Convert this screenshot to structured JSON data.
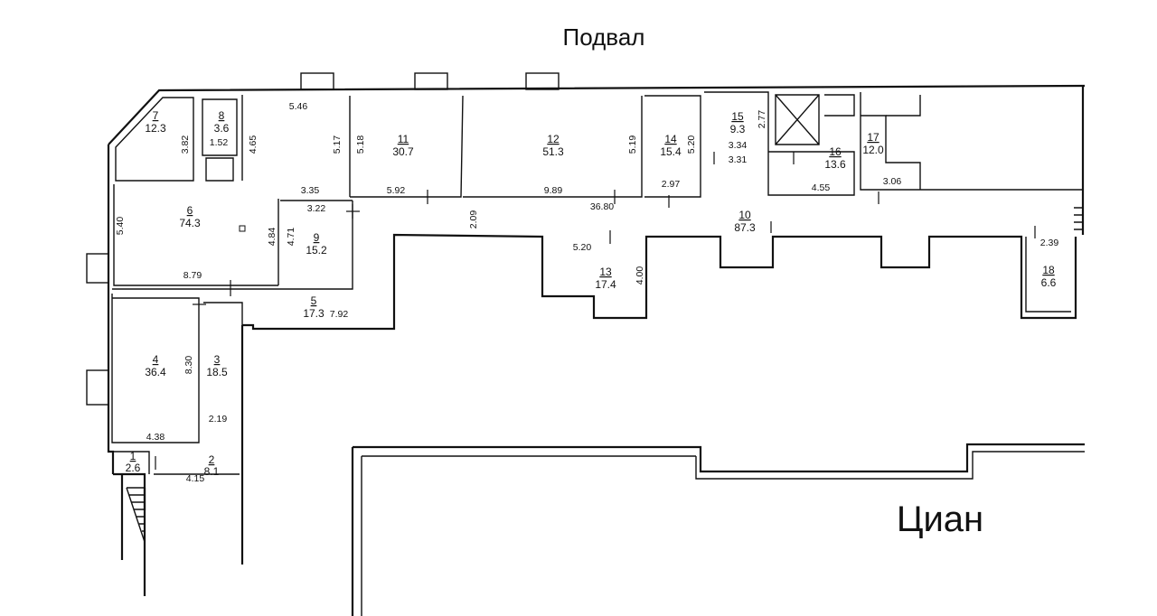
{
  "title": "Подвал",
  "watermark": "Циан",
  "colors": {
    "line": "#111111",
    "background": "#ffffff",
    "watermark": "#d6d6d6"
  },
  "rooms": [
    {
      "number": "1",
      "area": "2.6"
    },
    {
      "number": "2",
      "area": "8.1"
    },
    {
      "number": "3",
      "area": "18.5"
    },
    {
      "number": "4",
      "area": "36.4"
    },
    {
      "number": "5",
      "area": "17.3"
    },
    {
      "number": "6",
      "area": "74.3"
    },
    {
      "number": "7",
      "area": "12.3"
    },
    {
      "number": "8",
      "area": "3.6"
    },
    {
      "number": "9",
      "area": "15.2"
    },
    {
      "number": "10",
      "area": "87.3"
    },
    {
      "number": "11",
      "area": "30.7"
    },
    {
      "number": "12",
      "area": "51.3"
    },
    {
      "number": "13",
      "area": "17.4"
    },
    {
      "number": "14",
      "area": "15.4"
    },
    {
      "number": "15",
      "area": "9.3"
    },
    {
      "number": "16",
      "area": "13.6"
    },
    {
      "number": "17",
      "area": "12.0"
    },
    {
      "number": "18",
      "area": "6.6"
    }
  ],
  "dimensions": [
    "5.46",
    "4.65",
    "3.82",
    "1.52",
    "5.17",
    "5.18",
    "3.35",
    "5.92",
    "9.89",
    "5.19",
    "5.20",
    "2.97",
    "36.80",
    "3.34",
    "3.31",
    "2.77",
    "4.55",
    "3.06",
    "5.40",
    "3.22",
    "4.84",
    "4.71",
    "2.09",
    "8.79",
    "5.20",
    "4.00",
    "2.39",
    "7.92",
    "8.30",
    "2.19",
    "4.38",
    "4.15"
  ]
}
